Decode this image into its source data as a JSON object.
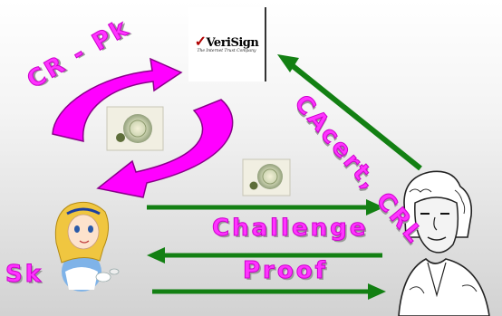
{
  "logo": {
    "name": "VeriSign",
    "tagline": "The Internet Trust Company"
  },
  "labels": {
    "cr_pk": "CR - Pk",
    "cacert_crl": "CAcert, CRL",
    "challenge": "Challenge",
    "proof": "Proof",
    "sk": "Sk"
  },
  "colors": {
    "magenta_arrow": "#ff00ff",
    "green_arrow": "#138013",
    "label_fill": "#ff33ff"
  },
  "icons": {
    "ca": "verisign-logo",
    "certificate": "certificate-seal-icon",
    "prover": "alice-cartoon",
    "verifier": "george-washington-portrait"
  }
}
